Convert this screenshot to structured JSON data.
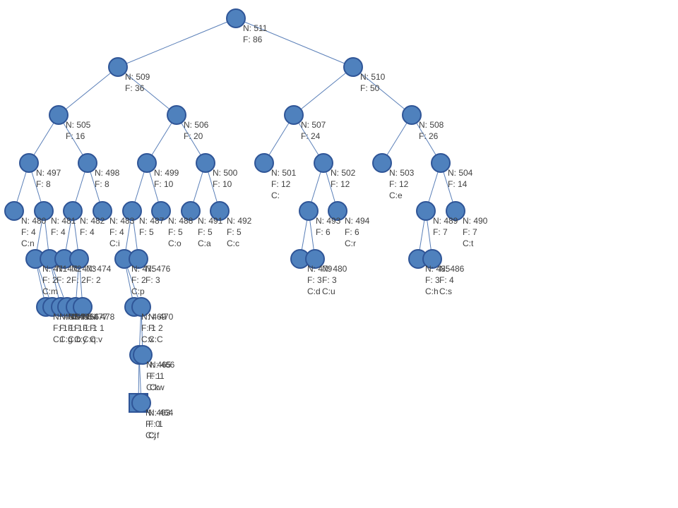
{
  "tree": {
    "nodes": [
      {
        "id": 511,
        "lines": [
          "N: 511",
          "F: 86"
        ]
      },
      {
        "id": 509,
        "lines": [
          "N: 509",
          "F: 36"
        ]
      },
      {
        "id": 510,
        "lines": [
          "N: 510",
          "F: 50"
        ]
      },
      {
        "id": 505,
        "lines": [
          "N: 505",
          "F: 16"
        ]
      },
      {
        "id": 506,
        "lines": [
          "N: 506",
          "F: 20"
        ]
      },
      {
        "id": 507,
        "lines": [
          "N: 507",
          "F: 24"
        ]
      },
      {
        "id": 508,
        "lines": [
          "N: 508",
          "F: 26"
        ]
      },
      {
        "id": 497,
        "lines": [
          "N: 497",
          "F: 8"
        ]
      },
      {
        "id": 498,
        "lines": [
          "N: 498",
          "F: 8"
        ]
      },
      {
        "id": 499,
        "lines": [
          "N: 499",
          "F: 10"
        ]
      },
      {
        "id": 500,
        "lines": [
          "N: 500",
          "F: 10"
        ]
      },
      {
        "id": 501,
        "lines": [
          "N: 501",
          "F: 12",
          "C:"
        ]
      },
      {
        "id": 502,
        "lines": [
          "N: 502",
          "F: 12"
        ]
      },
      {
        "id": 503,
        "lines": [
          "N: 503",
          "F: 12",
          "C:e"
        ]
      },
      {
        "id": 504,
        "lines": [
          "N: 504",
          "F: 14"
        ]
      },
      {
        "id": "l5a",
        "lines": [
          "N: 480",
          "F: 4",
          "C:n"
        ]
      },
      {
        "id": "l5b",
        "lines": [
          "N: 481",
          "F: 4"
        ]
      },
      {
        "id": "l5c",
        "lines": [
          "N: 482",
          "F: 4"
        ]
      },
      {
        "id": "l5d",
        "lines": [
          "N: 483",
          "F: 4",
          "C:i"
        ]
      },
      {
        "id": "l5e",
        "lines": [
          "N: 487",
          "F: 5"
        ]
      },
      {
        "id": "l5f",
        "lines": [
          "N: 488",
          "F: 5",
          "C:o"
        ]
      },
      {
        "id": "l5g",
        "lines": [
          "N: 491",
          "F: 5",
          "C:a"
        ]
      },
      {
        "id": "l5h",
        "lines": [
          "N: 492",
          "F: 5",
          "C:c"
        ]
      },
      {
        "id": "l5i",
        "lines": [
          "N: 493",
          "F: 6"
        ]
      },
      {
        "id": "l5j",
        "lines": [
          "N: 494",
          "F: 6",
          "C:r"
        ]
      },
      {
        "id": "l5k",
        "lines": [
          "N: 489",
          "F: 7"
        ]
      },
      {
        "id": "l5l",
        "lines": [
          "N: 490",
          "F: 7",
          "C:t"
        ]
      },
      {
        "id": "l6a",
        "lines": [
          "N: 471",
          "F: 2",
          "C:m"
        ]
      },
      {
        "id": "l6b",
        "lines": [
          "N: 472",
          "F: 2"
        ]
      },
      {
        "id": "l6c",
        "lines": [
          "N: 473",
          "F: 2"
        ]
      },
      {
        "id": "l6d",
        "lines": [
          "N: 474",
          "F: 2"
        ]
      },
      {
        "id": "l6e",
        "lines": [
          "N: 475",
          "F: 2",
          "C:p"
        ]
      },
      {
        "id": "l6f",
        "lines": [
          "N: 476",
          "F: 3"
        ]
      },
      {
        "id": "l6g",
        "lines": [
          "N: 479",
          "F: 3",
          "C:d"
        ]
      },
      {
        "id": "l6h",
        "lines": [
          "N: 480",
          "F: 3",
          "C:u"
        ]
      },
      {
        "id": "l6i",
        "lines": [
          "N: 485",
          "F: 3",
          "C:h"
        ]
      },
      {
        "id": "l6j",
        "lines": [
          "N: 486",
          "F: 4",
          "C:s"
        ]
      },
      {
        "id": "l7a",
        "lines": [
          "N: 463",
          "F: 1",
          "C:l"
        ]
      },
      {
        "id": "l7b",
        "lines": [
          "N: 464",
          "F: 1",
          "C:g"
        ]
      },
      {
        "id": "l7c",
        "lines": [
          "N: 465",
          "F: 1",
          "C:b"
        ]
      },
      {
        "id": "l7d",
        "lines": [
          "N: 466",
          "F: 1",
          "C:y"
        ]
      },
      {
        "id": "l7e",
        "lines": [
          "N: 477",
          "F: 1",
          "C:q"
        ]
      },
      {
        "id": "l7f",
        "lines": [
          "N: 478",
          "F: 1",
          "C:v"
        ]
      },
      {
        "id": "l7g",
        "lines": [
          "N: 469",
          "F: 1",
          "C:x"
        ]
      },
      {
        "id": "l7h",
        "lines": [
          "N: 470",
          "F: 2",
          "C:C"
        ]
      },
      {
        "id": "l8a",
        "lines": [
          "N: 465",
          "F: 1",
          "C:k"
        ]
      },
      {
        "id": "l8b",
        "lines": [
          "N: 466",
          "F: 1",
          "C:w"
        ]
      },
      {
        "id": "l9a",
        "lines": [
          "N: 463",
          "F: 0",
          "C:j"
        ]
      },
      {
        "id": "l9b",
        "lines": [
          "N: 464",
          "F: 1",
          "C:f"
        ]
      }
    ]
  },
  "colors": {
    "node_fill": "#4f81bd",
    "node_stroke": "#2f5597",
    "edge": "#5a7fb8",
    "label": "#404040"
  }
}
